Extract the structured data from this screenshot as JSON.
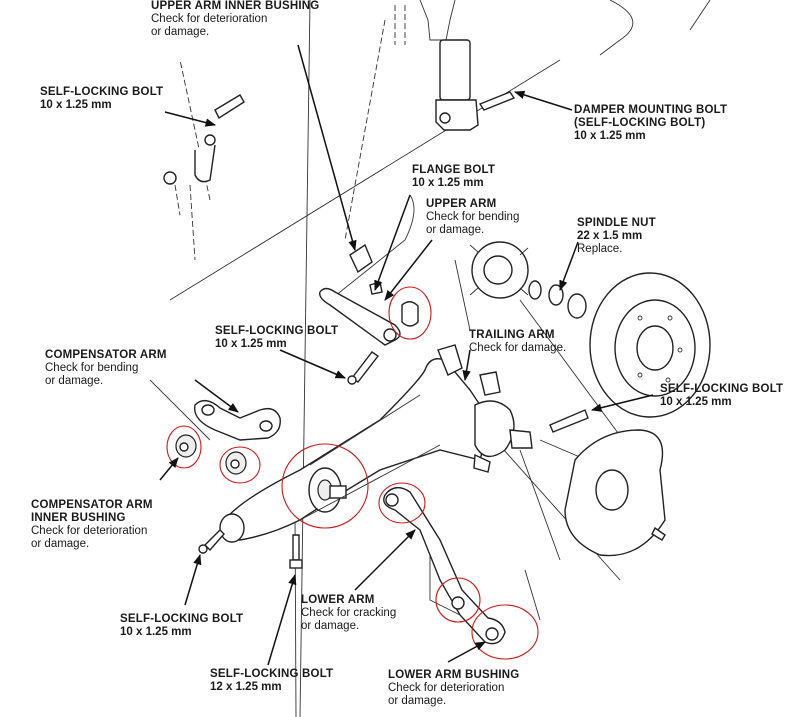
{
  "diagram": {
    "subject": "Rear suspension exploded view",
    "highlight_color": "#cc1a1a",
    "labels": {
      "upper_arm_inner_bushing": {
        "title": "UPPER ARM INNER BUSHING",
        "line1": "Check for deterioration",
        "line2": "or damage."
      },
      "self_locking_bolt_top": {
        "title": "SELF-LOCKING BOLT",
        "spec": "10 x 1.25 mm"
      },
      "damper_mounting_bolt": {
        "title": "DAMPER MOUNTING BOLT",
        "title2": "(SELF-LOCKING BOLT)",
        "spec": "10 x 1.25 mm"
      },
      "flange_bolt": {
        "title": "FLANGE BOLT",
        "spec": "10 x 1.25 mm"
      },
      "upper_arm": {
        "title": "UPPER ARM",
        "line1": "Check for bending",
        "line2": "or damage."
      },
      "spindle_nut": {
        "title": "SPINDLE NUT",
        "spec": "22 x 1.5 mm",
        "line1": "Replace."
      },
      "self_locking_bolt_mid": {
        "title": "SELF-LOCKING BOLT",
        "spec": "10 x 1.25 mm"
      },
      "trailing_arm": {
        "title": "TRAILING ARM",
        "line1": "Check for damage."
      },
      "compensator_arm": {
        "title": "COMPENSATOR ARM",
        "line1": "Check for bending",
        "line2": "or damage."
      },
      "self_locking_bolt_right": {
        "title": "SELF-LOCKING BOLT",
        "spec": "10 x 1.25 mm"
      },
      "compensator_arm_inner_bushing": {
        "title": "COMPENSATOR ARM",
        "title2": "INNER BUSHING",
        "line1": "Check for deterioration",
        "line2": "or damage."
      },
      "self_locking_bolt_lower_left": {
        "title": "SELF-LOCKING BOLT",
        "spec": "10 x 1.25 mm"
      },
      "lower_arm": {
        "title": "LOWER ARM",
        "line1": "Check for cracking",
        "line2": "or damage."
      },
      "self_locking_bolt_bottom": {
        "title": "SELF-LOCKING BOLT",
        "spec": "12 x 1.25 mm"
      },
      "lower_arm_bushing": {
        "title": "LOWER ARM BUSHING",
        "line1": "Check for deterioration",
        "line2": "or damage."
      }
    }
  }
}
